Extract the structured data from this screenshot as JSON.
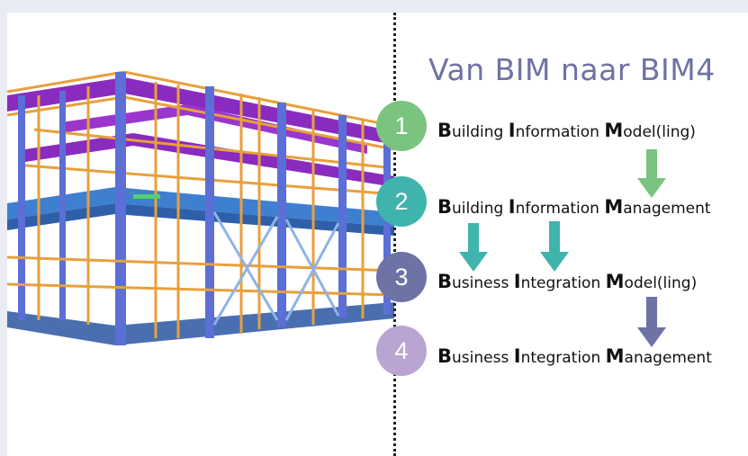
{
  "title": "Van BIM naar BIM4",
  "items": [
    {
      "number": "1",
      "color": "#7bc47f",
      "words": [
        {
          "initial": "B",
          "rest": "uilding "
        },
        {
          "initial": "I",
          "rest": "nformation "
        },
        {
          "initial": "M",
          "rest": "odel(ling)"
        }
      ]
    },
    {
      "number": "2",
      "color": "#3fb4ac",
      "words": [
        {
          "initial": "B",
          "rest": "uilding "
        },
        {
          "initial": "I",
          "rest": "nformation "
        },
        {
          "initial": "M",
          "rest": "anagement"
        }
      ]
    },
    {
      "number": "3",
      "color": "#6e73a6",
      "words": [
        {
          "initial": "B",
          "rest": "usiness "
        },
        {
          "initial": "I",
          "rest": "ntegration "
        },
        {
          "initial": "M",
          "rest": "odel(ling)"
        }
      ]
    },
    {
      "number": "4",
      "color": "#b9a4d2",
      "words": [
        {
          "initial": "B",
          "rest": "usiness "
        },
        {
          "initial": "I",
          "rest": "ntegration "
        },
        {
          "initial": "M",
          "rest": "anagement"
        }
      ]
    }
  ],
  "colors": {
    "arrow_green": "#7bc47f",
    "arrow_teal": "#3fb4ac",
    "arrow_purple": "#6e73a6",
    "title": "#6f72a4"
  },
  "image": {
    "subject": "steel-frame-building-bim-model-icon"
  }
}
